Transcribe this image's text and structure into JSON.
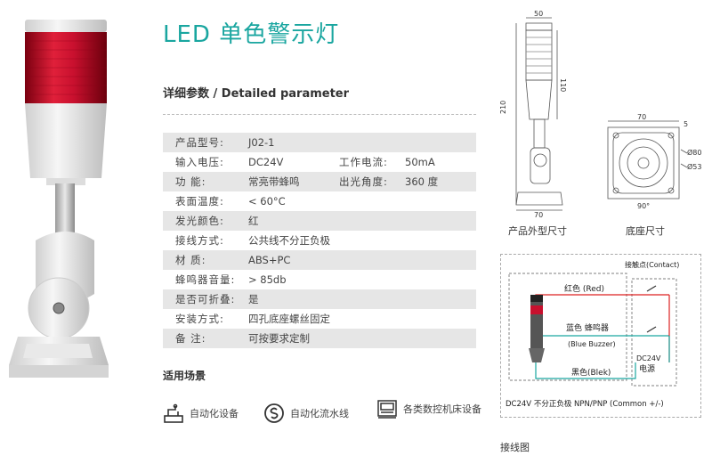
{
  "title": "LED 单色警示灯",
  "subtitle": "详细参数 / Detailed parameter",
  "specs": [
    {
      "label": "产品型号:",
      "value": "J02-1",
      "label2": "",
      "value2": ""
    },
    {
      "label": "输入电压:",
      "value": "DC24V",
      "label2": "工作电流:",
      "value2": "50mA"
    },
    {
      "label": "功 能:",
      "value": "常亮带蜂鸣",
      "label2": "出光角度:",
      "value2": "360 度"
    },
    {
      "label": "表面温度:",
      "value": "< 60°C",
      "label2": "",
      "value2": ""
    },
    {
      "label": "发光颜色:",
      "value": "红",
      "label2": "",
      "value2": ""
    },
    {
      "label": "接线方式:",
      "value": "公共线不分正负极",
      "label2": "",
      "value2": ""
    },
    {
      "label": "材 质:",
      "value": "ABS+PC",
      "label2": "",
      "value2": ""
    },
    {
      "label": "蜂鸣器音量:",
      "value": "> 85db",
      "label2": "",
      "value2": ""
    },
    {
      "label": "是否可折叠:",
      "value": "是",
      "label2": "",
      "value2": ""
    },
    {
      "label": "安装方式:",
      "value": "四孔底座螺丝固定",
      "label2": "",
      "value2": ""
    },
    {
      "label": "备 注:",
      "value": "可按要求定制",
      "label2": "",
      "value2": ""
    }
  ],
  "scenario_title": "适用场景",
  "scenarios": [
    {
      "label": "自动化设备",
      "icon": "automation-equipment-icon"
    },
    {
      "label": "自动化流水线",
      "icon": "assembly-line-icon"
    },
    {
      "label": "各类数控机床设备",
      "icon": "cnc-machine-icon"
    }
  ],
  "dimension_drawing": {
    "caption_outline": "产品外型尺寸",
    "caption_base": "底座尺寸",
    "dims": {
      "top_width": "50",
      "height_upper": "110",
      "height_total": "210",
      "base_width": "70",
      "base_square": "70",
      "dia_outer": "Ø80",
      "dia_inner": "Ø53",
      "angle": "90°",
      "hole": "5"
    }
  },
  "wiring": {
    "caption": "接线图",
    "contact_label": "接触点(Contact)",
    "red_label": "红色 (Red)",
    "blue_label": "蓝色 蜂鸣器",
    "blue_label_en": "(Blue Buzzer)",
    "black_label": "黑色(Blek)",
    "power_label": "DC24V",
    "power_label2": "电源",
    "footer": "DC24V 不分正负极 NPN/PNP (Common +/-)"
  },
  "colors": {
    "accent": "#1aa6a0",
    "lamp_red": "#c8102e",
    "wire_red": "#d22",
    "wire_blue": "#1aa6a0"
  }
}
